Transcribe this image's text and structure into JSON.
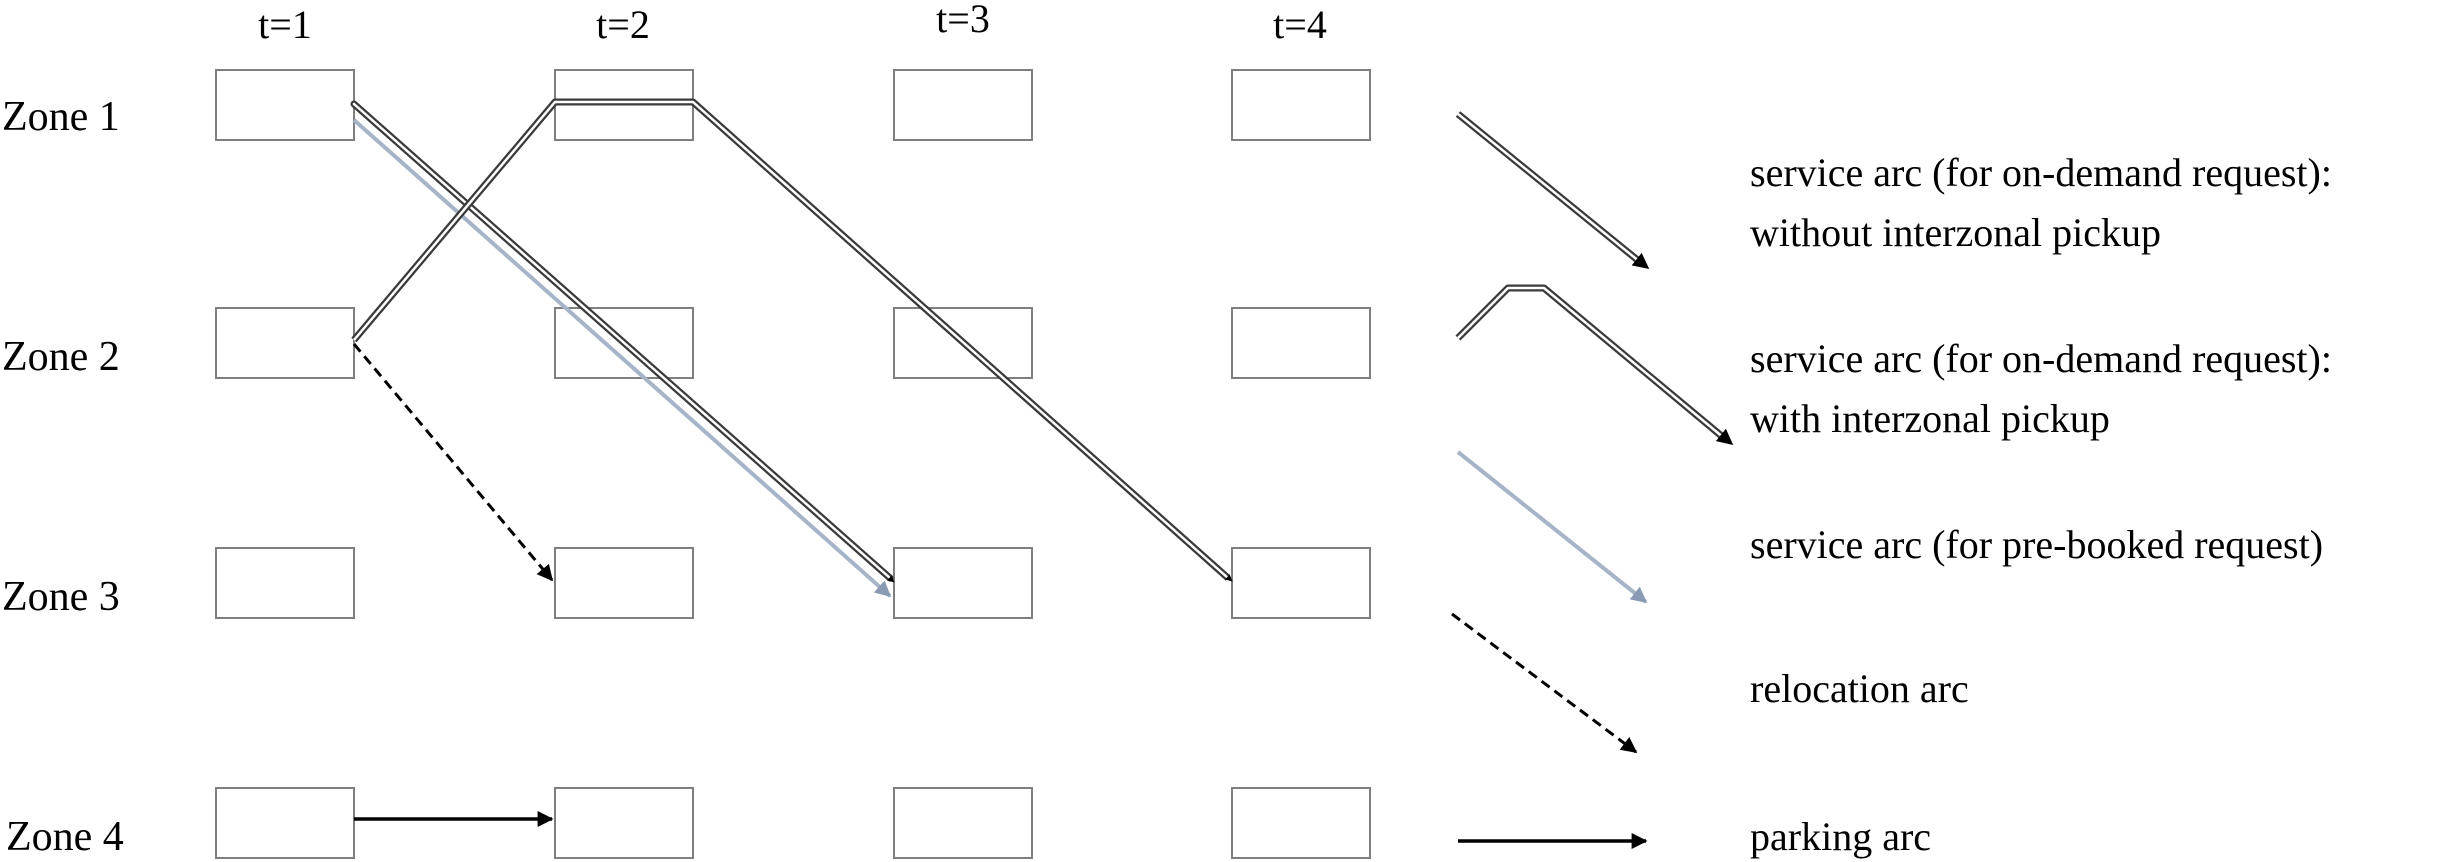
{
  "time_labels": [
    "t=1",
    "t=2",
    "t=3",
    "t=4"
  ],
  "zone_labels": [
    "Zone 1",
    "Zone 2",
    "Zone 3",
    "Zone 4"
  ],
  "legend": [
    {
      "key": "ondemand-no-pickup",
      "lines": [
        "service arc (for on-demand request):",
        "without interzonal pickup"
      ]
    },
    {
      "key": "ondemand-pickup",
      "lines": [
        "service arc (for on-demand request):",
        "with interzonal pickup"
      ]
    },
    {
      "key": "prebooked",
      "lines": [
        "service arc (for pre-booked request)"
      ]
    },
    {
      "key": "relocation",
      "lines": [
        "relocation arc"
      ]
    },
    {
      "key": "parking",
      "lines": [
        "parking arc"
      ]
    }
  ],
  "colors": {
    "node_stroke": "#7f7f7f",
    "arc_dark": "#3a3a3a",
    "arc_prebooked": "#a6b4c8",
    "arc_solid": "#000000"
  }
}
